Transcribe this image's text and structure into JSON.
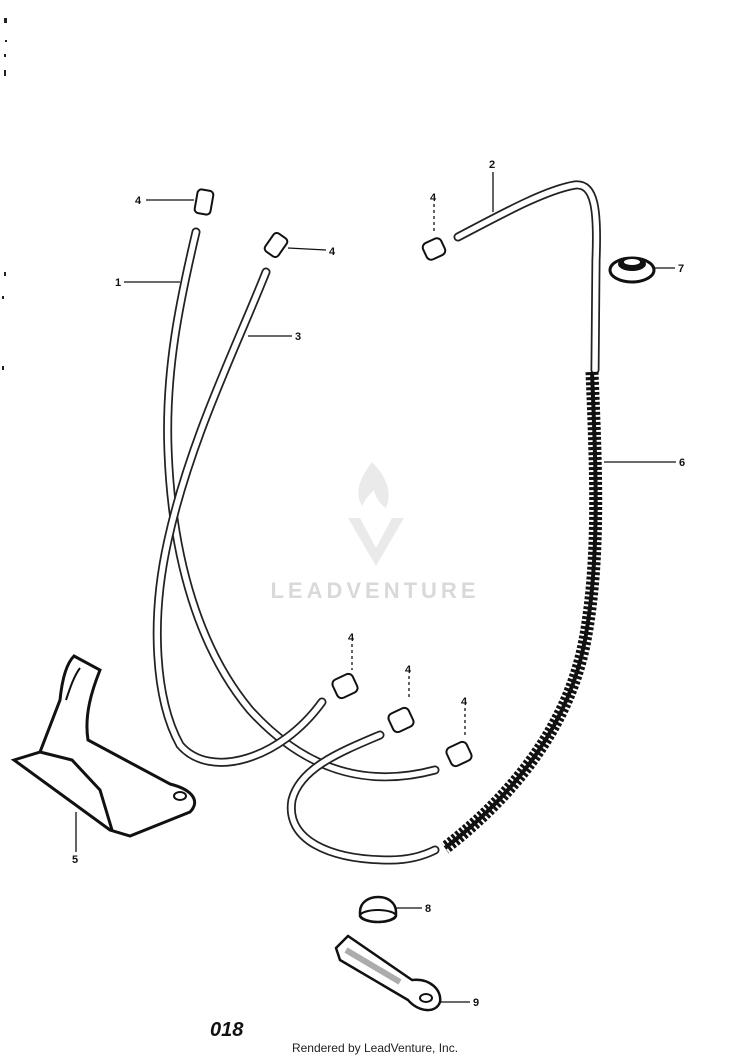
{
  "callouts": [
    {
      "id": "1",
      "label": "1"
    },
    {
      "id": "2",
      "label": "2"
    },
    {
      "id": "3",
      "label": "3"
    },
    {
      "id": "4a",
      "label": "4"
    },
    {
      "id": "4b",
      "label": "4"
    },
    {
      "id": "4c",
      "label": "4"
    },
    {
      "id": "4d",
      "label": "4"
    },
    {
      "id": "4e",
      "label": "4"
    },
    {
      "id": "4f",
      "label": "4"
    },
    {
      "id": "5",
      "label": "5"
    },
    {
      "id": "6",
      "label": "6"
    },
    {
      "id": "7",
      "label": "7"
    },
    {
      "id": "8",
      "label": "8"
    },
    {
      "id": "9",
      "label": "9"
    }
  ],
  "figure_number": "018",
  "watermark": "LEADVENTURE",
  "credit": "Rendered by LeadVenture, Inc.",
  "colors": {
    "line": "#111111",
    "watermark": "#d9d9d9",
    "background": "#ffffff"
  }
}
